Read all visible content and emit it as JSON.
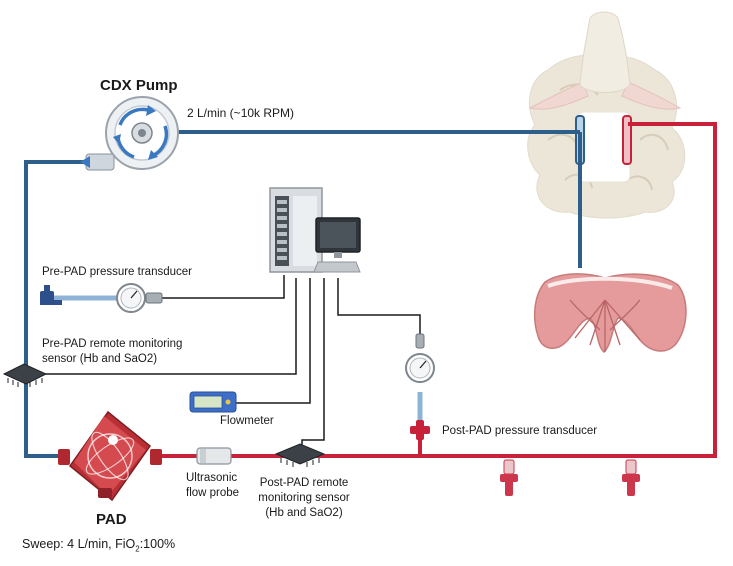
{
  "labels": {
    "pump_title": "CDX Pump",
    "pump_flow": "2 L/min (~10k RPM)",
    "pre_pressure": "Pre-PAD pressure transducer",
    "pre_sensor_line1": "Pre-PAD remote monitoring",
    "pre_sensor_line2": "sensor (Hb and SaO2)",
    "flowmeter": "Flowmeter",
    "post_pressure": "Post-PAD pressure transducer",
    "probe_line1": "Ultrasonic",
    "probe_line2": "flow probe",
    "post_sensor_line1": "Post-PAD remote",
    "post_sensor_line2": "monitoring sensor",
    "post_sensor_line3": "(Hb and SaO2)",
    "pad_title": "PAD",
    "sweep_main": "Sweep: 4 L/min, FiO",
    "sweep_sub": "2",
    "sweep_end": ":100%"
  },
  "colors": {
    "venous_blue": "#2d5f8a",
    "arterial_red": "#c8223a",
    "wire": "#1a1a1a",
    "pad_red": "#c93a3f",
    "pump_blue": "#3a78c2",
    "flowmeter_blue": "#3d6fc9"
  },
  "icons": [
    "pump-icon",
    "computer-icon",
    "sheep-icon",
    "lung-icon",
    "pad-oxygenator-icon",
    "pressure-gauge-icon",
    "sensor-chip-icon",
    "flowmeter-icon",
    "flow-probe-icon",
    "stopcock-icon"
  ]
}
